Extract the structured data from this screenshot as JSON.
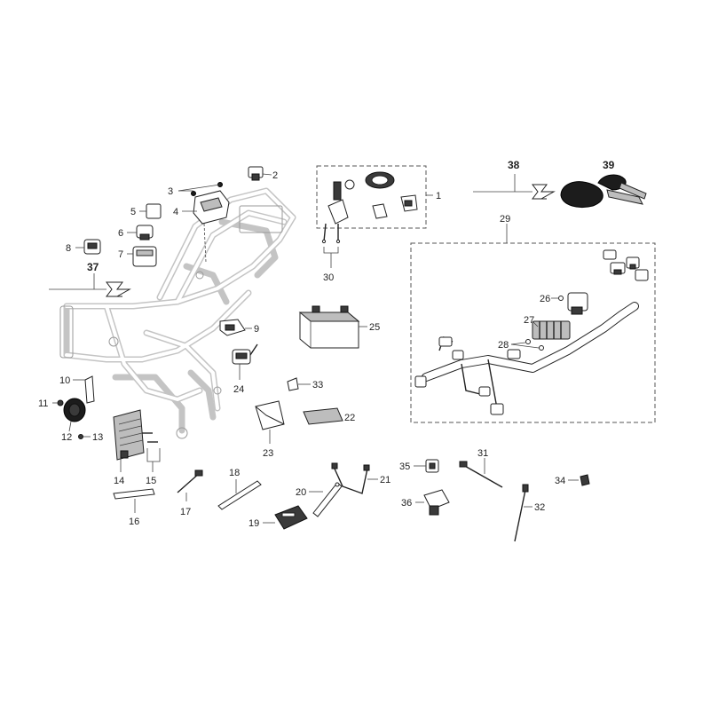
{
  "callouts": {
    "c1": "1",
    "c2": "2",
    "c3": "3",
    "c4": "4",
    "c5": "5",
    "c6": "6",
    "c7": "7",
    "c8": "8",
    "c9": "9",
    "c10": "10",
    "c11": "11",
    "c12": "12",
    "c13": "13",
    "c14": "14",
    "c15": "15",
    "c16": "16",
    "c17": "17",
    "c18": "18",
    "c19": "19",
    "c20": "20",
    "c21": "21",
    "c22": "22",
    "c23": "23",
    "c24": "24",
    "c25": "25",
    "c26": "26",
    "c27": "27",
    "c28": "28",
    "c29": "29",
    "c30": "30",
    "c31": "31",
    "c32": "32",
    "c33": "33",
    "c34": "34",
    "c35": "35",
    "c36": "36",
    "c37": "37",
    "c38": "38",
    "c39": "39"
  },
  "colors": {
    "frame": "#c4c4c4",
    "ink": "#222222",
    "key_fob": "#1c1c1c"
  }
}
